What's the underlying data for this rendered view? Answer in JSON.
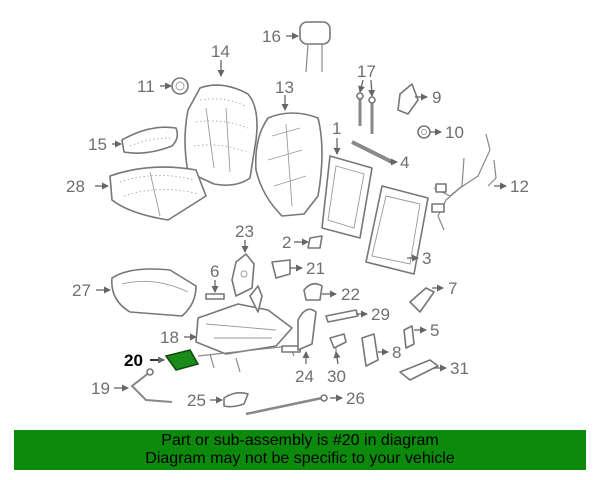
{
  "diagram": {
    "highlighted_part": "20",
    "highlight_color": "#1a8a1a",
    "callouts": {
      "c1": "1",
      "c2": "2",
      "c3": "3",
      "c4": "4",
      "c5": "5",
      "c6": "6",
      "c7": "7",
      "c8": "8",
      "c9": "9",
      "c10": "10",
      "c11": "11",
      "c12": "12",
      "c13": "13",
      "c14": "14",
      "c15": "15",
      "c16": "16",
      "c17": "17",
      "c18": "18",
      "c19": "19",
      "c20": "20",
      "c21": "21",
      "c22": "22",
      "c23": "23",
      "c24": "24",
      "c25": "25",
      "c26": "26",
      "c27": "27",
      "c28": "28",
      "c29": "29",
      "c30": "30",
      "c31": "31"
    }
  },
  "banner": {
    "line1": "Part or sub-assembly is #20 in diagram",
    "line2": "Diagram may not be specific to your vehicle",
    "background": "#0b8a0b"
  }
}
